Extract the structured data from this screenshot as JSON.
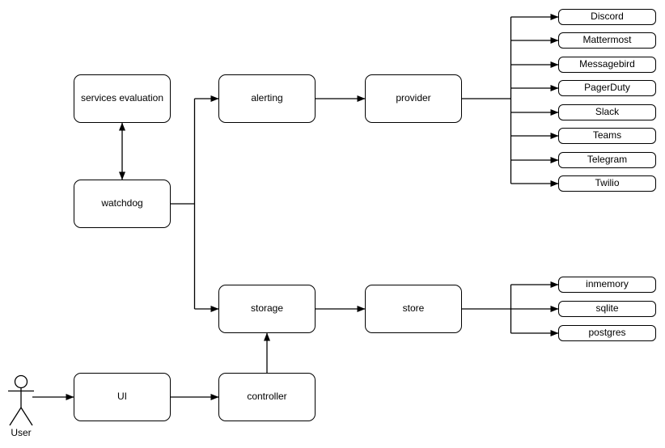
{
  "diagram": {
    "colors": {
      "stroke": "#000000",
      "background": "#ffffff",
      "node_fill": "#ffffff"
    },
    "nodes": {
      "services_evaluation": "services evaluation",
      "watchdog": "watchdog",
      "alerting": "alerting",
      "provider": "provider",
      "storage": "storage",
      "store": "store",
      "ui": "UI",
      "controller": "controller"
    },
    "actor": {
      "label": "User"
    },
    "providers": [
      "Discord",
      "Mattermost",
      "Messagebird",
      "PagerDuty",
      "Slack",
      "Teams",
      "Telegram",
      "Twilio"
    ],
    "stores": [
      "inmemory",
      "sqlite",
      "postgres"
    ]
  }
}
